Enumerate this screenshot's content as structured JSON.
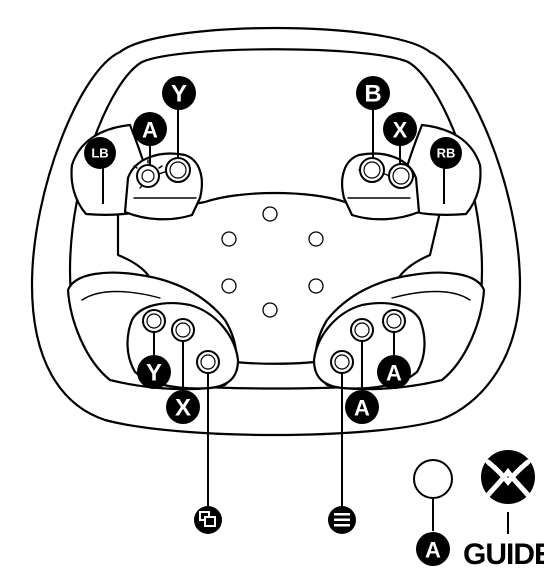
{
  "labels": {
    "lb": "LB",
    "rb": "RB",
    "y_top": "Y",
    "a_top": "A",
    "b_top": "B",
    "x_top": "X",
    "y_bottom": "Y",
    "x_bottom": "X",
    "a_bottom_right": "A",
    "a_bottom_center": "A",
    "a_lower": "A",
    "guide": "GUIDE"
  },
  "icons": {
    "view_button": "view-icon",
    "menu_button": "menu-icon",
    "xbox_logo": "xbox-logo-icon"
  }
}
